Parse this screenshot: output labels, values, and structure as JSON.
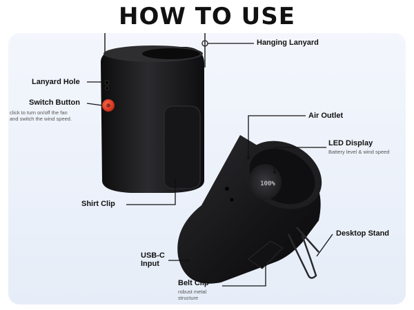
{
  "title": "HOW TO USE",
  "labels": {
    "hanging_lanyard": "Hanging Lanyard",
    "lanyard_hole": "Lanyard Hole",
    "switch_button": "Switch Button",
    "switch_button_desc_1": "click to turn on/off the fan",
    "switch_button_desc_2": "and switch the wind speed.",
    "air_outlet": "Air Outlet",
    "led_display": "LED Display",
    "led_display_desc": "Battery level & wind speed",
    "shirt_clip": "Shirt Clip",
    "desktop_stand": "Desktop Stand",
    "usb_c_1": "USB-C",
    "usb_c_2": "Input",
    "belt_clip": "Belt Clip",
    "belt_clip_desc_1": "robust metal",
    "belt_clip_desc_2": "structure"
  },
  "display_reading": "100%",
  "colors": {
    "device_body": "#1c1c1e",
    "switch_button": "#e8412c",
    "panel": "#eaf0f9"
  }
}
